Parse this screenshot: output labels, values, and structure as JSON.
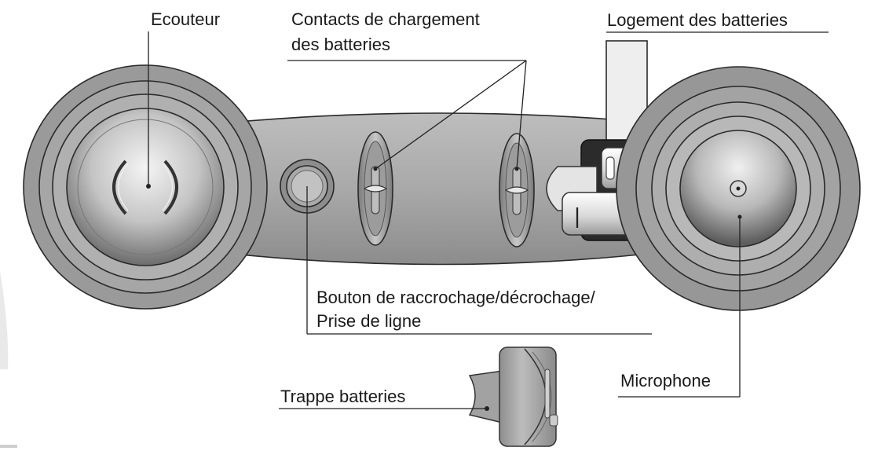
{
  "labels": {
    "earpiece": "Ecouteur",
    "charging_contacts_line1": "Contacts de chargement",
    "charging_contacts_line2": "des batteries",
    "battery_compartment": "Logement des batteries",
    "hook_button_line1": "Bouton de raccrochage/décrochage/",
    "hook_button_line2": "Prise de ligne",
    "battery_door": "Trappe batteries",
    "microphone": "Microphone"
  },
  "battery_marks": {
    "plus": "+",
    "minus": "|"
  }
}
